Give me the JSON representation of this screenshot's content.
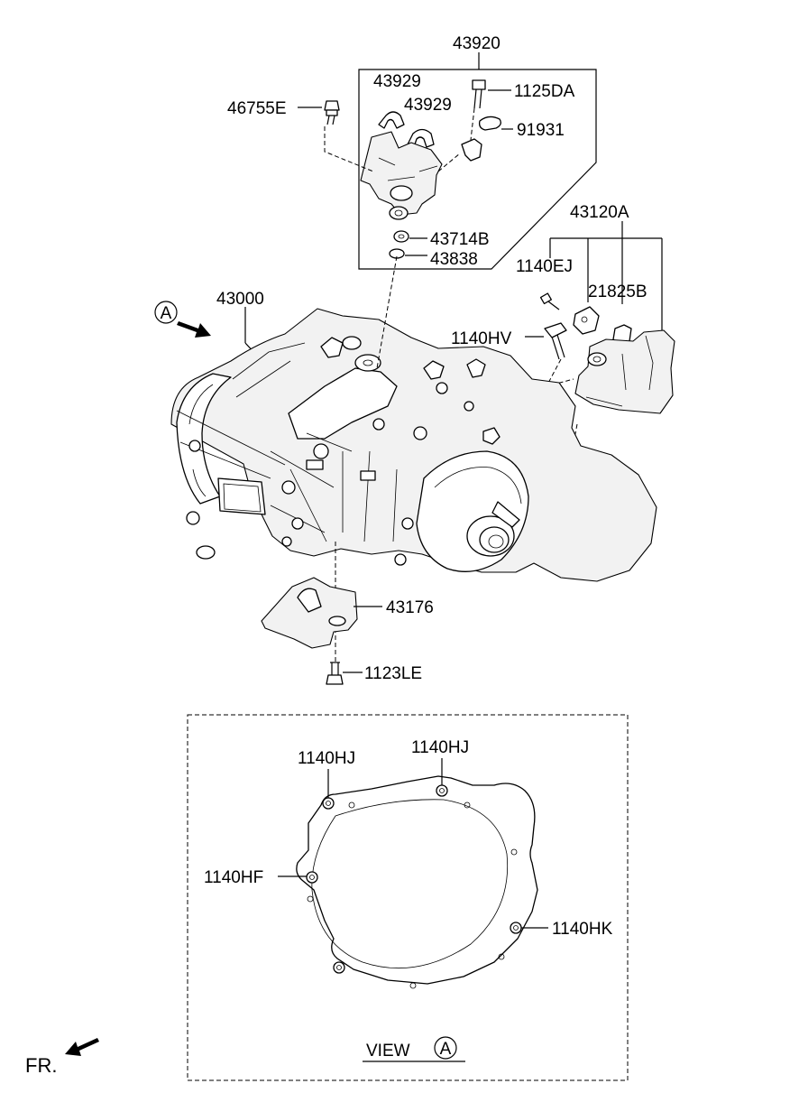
{
  "labels": {
    "p43920": "43920",
    "p43929a": "43929",
    "p43929b": "43929",
    "p1125DA": "1125DA",
    "p46755E": "46755E",
    "p91931": "91931",
    "p43714B": "43714B",
    "p43838": "43838",
    "p43120A": "43120A",
    "p1140EJ": "1140EJ",
    "p21825B": "21825B",
    "p1140HV": "1140HV",
    "p43000": "43000",
    "p43176": "43176",
    "p1123LE": "1123LE",
    "p1140HJa": "1140HJ",
    "p1140HJb": "1140HJ",
    "p1140HF": "1140HF",
    "p1140HK": "1140HK"
  },
  "view_marker": {
    "letter": "A"
  },
  "view_caption": {
    "text": "VIEW",
    "letter": "A"
  },
  "front_indicator": {
    "text": "FR."
  }
}
